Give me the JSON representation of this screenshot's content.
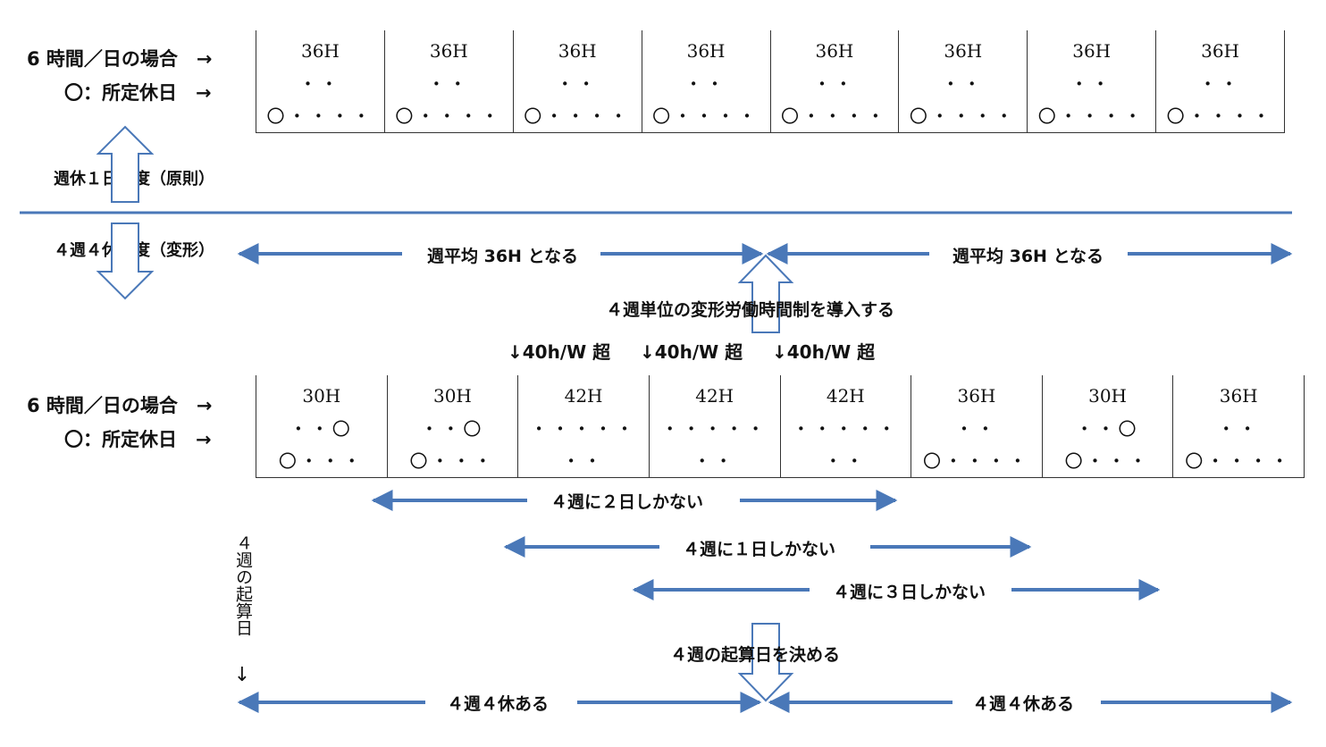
{
  "top": {
    "label1": "6 時間／日の場合　→",
    "label2": "〇：所定休日　→",
    "weeks": [
      {
        "hours": "36H",
        "mid": "・・",
        "bot": "〇・・・・"
      },
      {
        "hours": "36H",
        "mid": "・・",
        "bot": "〇・・・・"
      },
      {
        "hours": "36H",
        "mid": "・・",
        "bot": "〇・・・・"
      },
      {
        "hours": "36H",
        "mid": "・・",
        "bot": "〇・・・・"
      },
      {
        "hours": "36H",
        "mid": "・・",
        "bot": "〇・・・・"
      },
      {
        "hours": "36H",
        "mid": "・・",
        "bot": "〇・・・・"
      },
      {
        "hours": "36H",
        "mid": "・・",
        "bot": "〇・・・・"
      },
      {
        "hours": "36H",
        "mid": "・・",
        "bot": "〇・・・・"
      }
    ]
  },
  "system_up": "週休１日制度（原則）",
  "system_down": "４週４休制度（変形）",
  "avg_left": "週平均 36H となる",
  "avg_right": "週平均 36H となる",
  "adopt": "４週単位の変形労働時間制を導入する",
  "over": [
    "↓40h/W 超",
    "↓40h/W 超",
    "↓40h/W 超"
  ],
  "bottom": {
    "label1": "6 時間／日の場合　→",
    "label2": "〇：所定休日　→",
    "weeks": [
      {
        "hours": "30H",
        "mid": "・・〇",
        "bot": "〇・・・"
      },
      {
        "hours": "30H",
        "mid": "・・〇",
        "bot": "〇・・・"
      },
      {
        "hours": "42H",
        "mid": "・・・・・",
        "bot": "・・"
      },
      {
        "hours": "42H",
        "mid": "・・・・・",
        "bot": "・・"
      },
      {
        "hours": "42H",
        "mid": "・・・・・",
        "bot": "・・"
      },
      {
        "hours": "36H",
        "mid": "・・",
        "bot": "〇・・・・"
      },
      {
        "hours": "30H",
        "mid": "・・〇",
        "bot": "〇・・・"
      },
      {
        "hours": "36H",
        "mid": "・・",
        "bot": "〇・・・・"
      }
    ]
  },
  "spans": [
    "４週に２日しかない",
    "４週に１日しかない",
    "４週に３日しかない"
  ],
  "start_vertical": "４週の起算日",
  "start_arrow": "↓",
  "decide": "４週の起算日を決める",
  "rest_left": "４週４休ある",
  "rest_right": "４週４休ある",
  "colors": {
    "arrow": "#4a78b8",
    "rule": "#4a78b8"
  }
}
